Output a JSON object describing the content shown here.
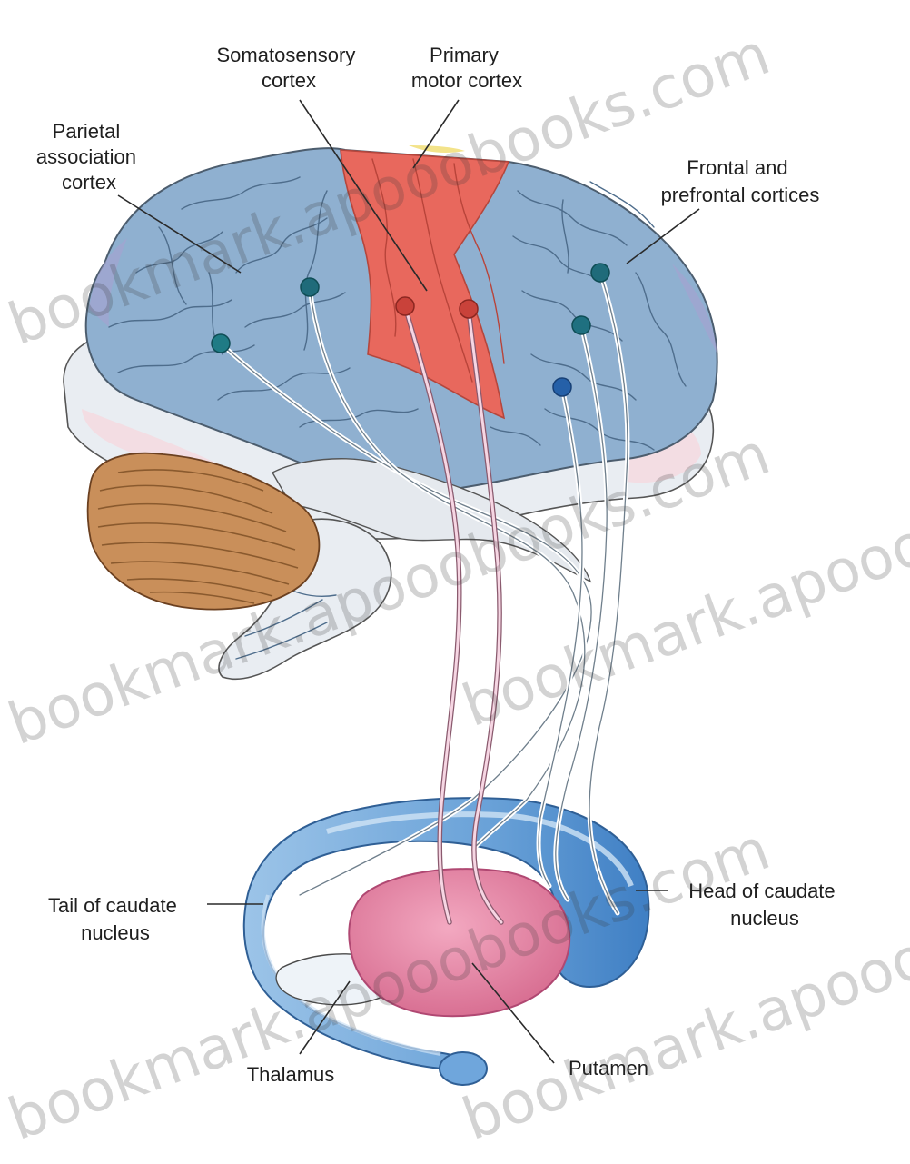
{
  "labels": {
    "somatosensory": [
      "Somatosensory",
      "cortex"
    ],
    "primary_motor": [
      "Primary",
      "motor cortex"
    ],
    "parietal": [
      "Parietal",
      "association",
      "cortex"
    ],
    "frontal": [
      "Frontal and",
      "prefrontal cortices"
    ],
    "tail_caudate": [
      "Tail of caudate",
      "nucleus"
    ],
    "head_caudate": [
      "Head of caudate",
      "nucleus"
    ],
    "thalamus": "Thalamus",
    "putamen": "Putamen"
  },
  "watermark": "bookmark.apooobooks.com",
  "colors": {
    "cortex_blue": "#8fb0d0",
    "motor_red": "#e8685d",
    "caudate_blue": "#5f9ad6",
    "putamen_pink": "#e77fa0",
    "cerebellum_tan": "#c98f5a",
    "nucleus_dot": "#1f6b7a"
  }
}
